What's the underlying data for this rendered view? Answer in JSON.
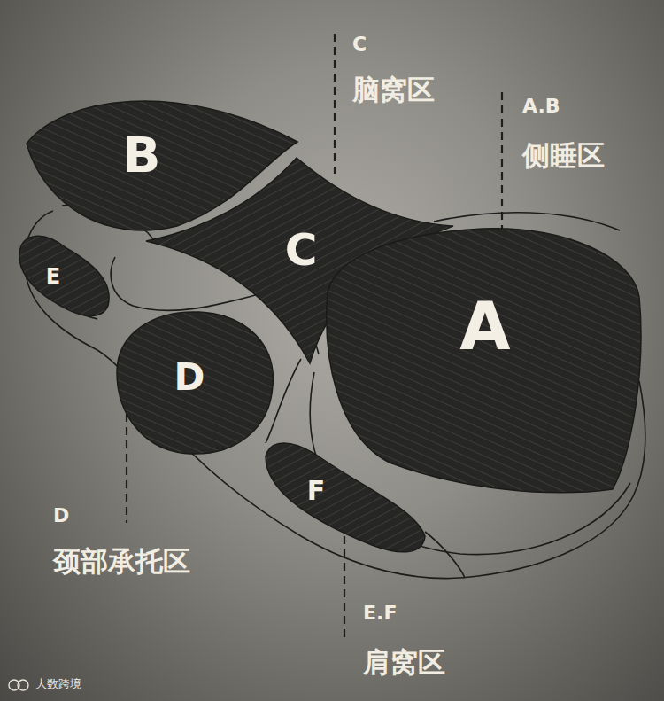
{
  "diagram": {
    "nodes": [
      {
        "text": [
          "B"
        ]
      },
      {
        "text": [
          "C"
        ]
      },
      {
        "text": [
          "A"
        ]
      },
      {
        "text": [
          "E"
        ]
      },
      {
        "text": [
          "D"
        ]
      },
      {
        "text": [
          "F"
        ]
      }
    ],
    "labels": [
      "C",
      "脑窝区",
      "A.B",
      "侧睡区",
      "D",
      "颈部承托区",
      "E.F",
      "肩窝区",
      "大数跨境"
    ]
  }
}
